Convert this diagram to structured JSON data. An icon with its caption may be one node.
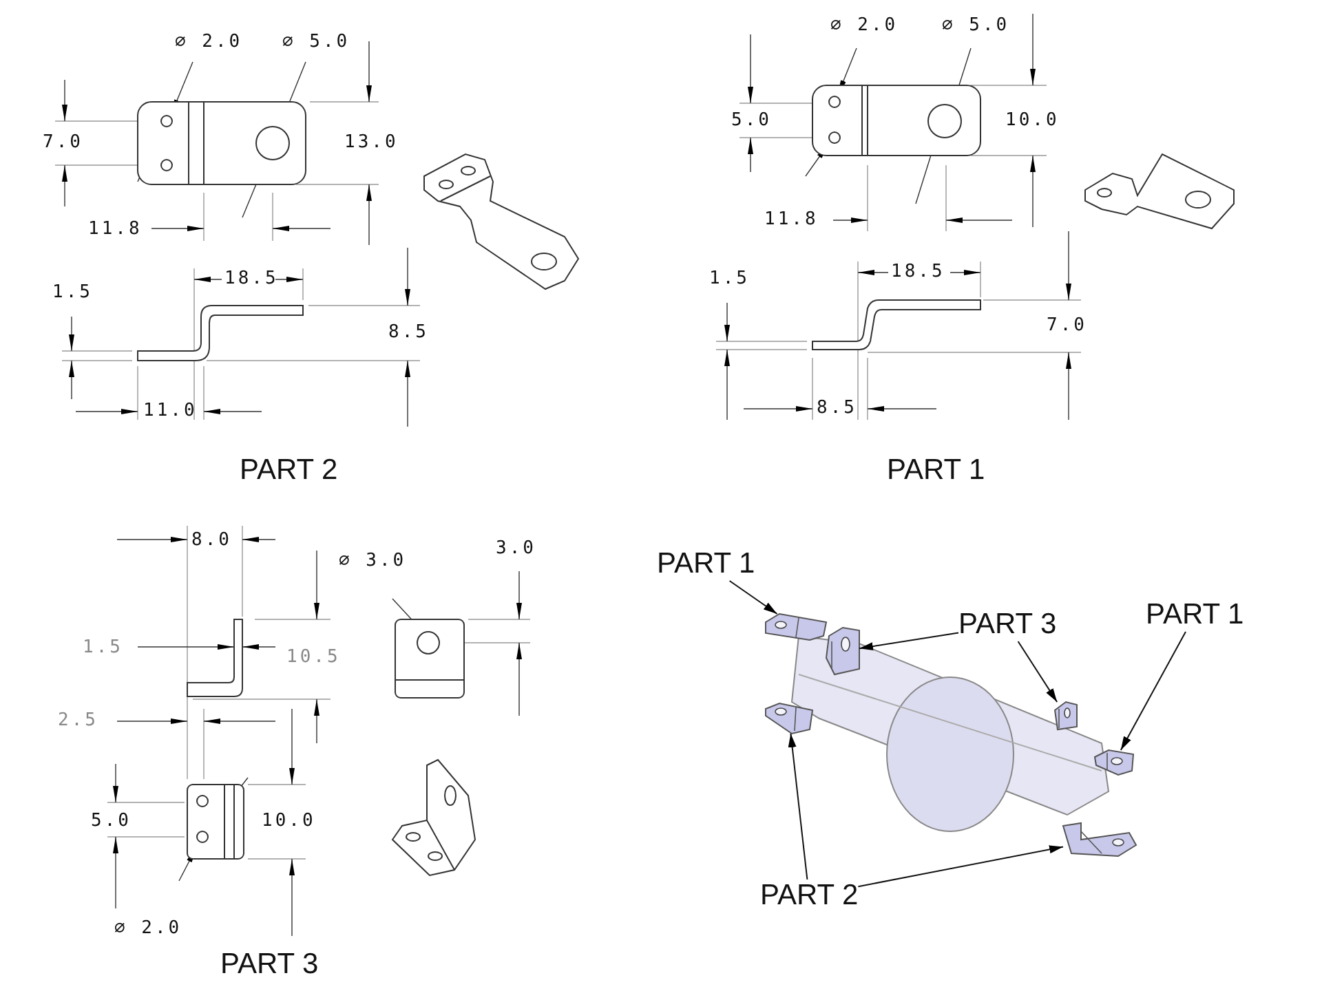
{
  "diagram": {
    "nodes": [
      {
        "text": [
          "PART 1"
        ]
      },
      {
        "text": [],
        "shape": "picture"
      },
      {
        "text": [
          "PART 3"
        ]
      },
      {
        "text": [],
        "shape": "picture"
      },
      {
        "text": [],
        "shape": "picture"
      },
      {
        "text": [
          "PART 1"
        ]
      },
      {
        "text": [],
        "shape": "picture"
      },
      {
        "text": [
          "PART 2"
        ]
      },
      {
        "text": [],
        "shape": "picture"
      },
      {
        "text": [],
        "shape": "picture"
      }
    ],
    "edges": [
      {
        "from": 0,
        "to": 1,
        "arrow": "to"
      },
      {
        "from": 2,
        "to": 3,
        "arrow": "to"
      },
      {
        "from": 2,
        "to": 4,
        "arrow": "to"
      },
      {
        "from": 5,
        "to": 6,
        "arrow": "to"
      },
      {
        "from": 7,
        "to": 8,
        "arrow": "to"
      },
      {
        "from": 7,
        "to": 9,
        "arrow": "to"
      }
    ],
    "labels": [
      "∅ 2.0",
      "∅ 5.0",
      "7.0",
      "13.0",
      "11.8",
      "18.5",
      "1.5",
      "8.5",
      "11.0",
      "PART 2",
      "∅ 2.0",
      "∅ 5.0",
      "5.0",
      "10.0",
      "11.8",
      "18.5",
      "1.5",
      "7.0",
      "8.5",
      "PART 1",
      "8.0",
      "∅ 3.0",
      "3.0",
      "1.5",
      "10.5",
      "2.5",
      "5.0",
      "10.0",
      "∅ 2.0",
      "PART 3"
    ]
  }
}
